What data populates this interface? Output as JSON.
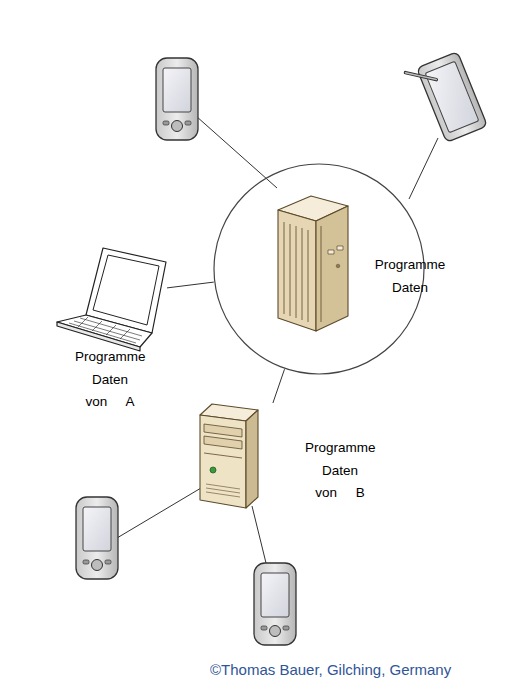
{
  "diagram": {
    "nodes": [
      {
        "text": [
          "Programme Daten"
        ]
      },
      {
        "text": [
          "Programme Daten von A"
        ]
      },
      {
        "text": [
          "Programme Daten von B"
        ]
      }
    ],
    "edges": [
      {
        "from": 1,
        "to": 0,
        "arrow": "none"
      },
      {
        "from": 0,
        "to": 2,
        "arrow": "none"
      }
    ],
    "labels": [
      "©Thomas Bauer, Gilching, Germany"
    ]
  }
}
